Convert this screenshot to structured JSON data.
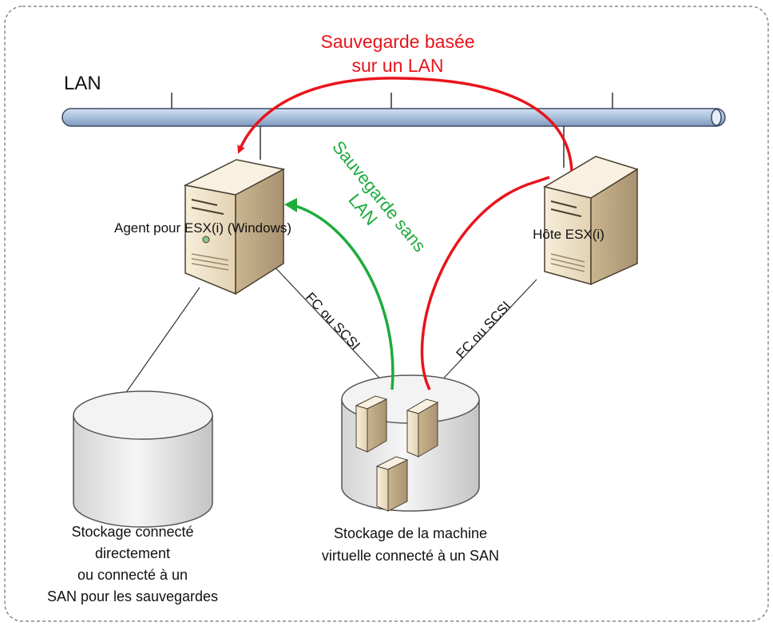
{
  "diagram": {
    "lan_label": "LAN",
    "lan_backup_label_line1": "Sauvegarde basée",
    "lan_backup_label_line2": "sur un LAN",
    "lanfree_label_line1": "Sauvegarde sans",
    "lanfree_label_line2": "LAN",
    "agent_label": "Agent pour ESX(i) (Windows)",
    "esx_host_label": "Hôte ESX(i)",
    "fc_scsi_left": "FC ou SCSI",
    "fc_scsi_right": "FC ou SCSI",
    "backup_storage_line1": "Stockage connecté",
    "backup_storage_line2": "directement",
    "backup_storage_line3": "ou connecté à un",
    "backup_storage_line4": "SAN pour les sauvegardes",
    "vm_storage_line1": "Stockage de la machine",
    "vm_storage_line2": "virtuelle connecté à un SAN"
  },
  "colors": {
    "lan_backup_arrow": "#e8141b",
    "lanfree_arrow": "#1eab3c",
    "lan_bus": "#a9bfdc",
    "server_body": "#e9dcc1"
  },
  "icons": [
    "server-icon",
    "disk-storage-icon",
    "vm-server-icon"
  ]
}
